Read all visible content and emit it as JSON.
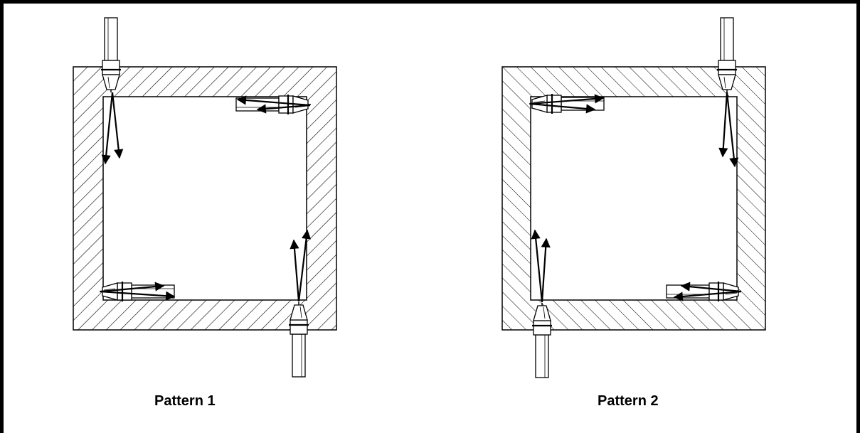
{
  "patterns": [
    {
      "label": "Pattern 1",
      "direction": "counterclockwise"
    },
    {
      "label": "Pattern 2",
      "direction": "clockwise"
    }
  ],
  "colors": {
    "line": "#000000",
    "background": "#ffffff"
  },
  "icons": [
    "welding-torch-icon",
    "travel-direction-arrow-icon",
    "hatched-wall-section-icon"
  ]
}
